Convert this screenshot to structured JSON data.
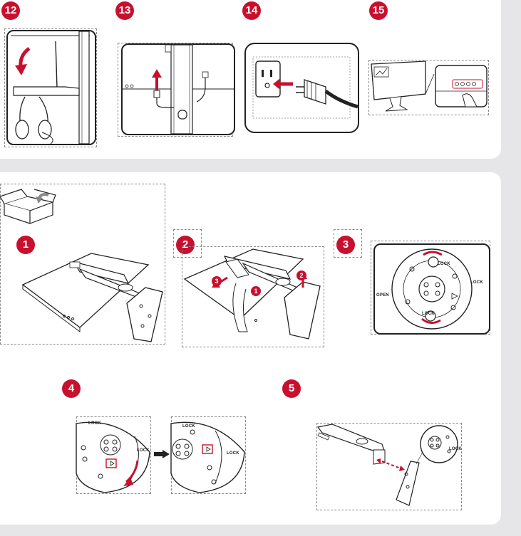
{
  "top_steps": [
    "12",
    "13",
    "14",
    "15"
  ],
  "bottom_steps": [
    "1",
    "2",
    "3",
    "4",
    "5"
  ],
  "inline_markers": [
    "3",
    "2",
    "1"
  ],
  "labels": {
    "open": "OPEN",
    "lock_right": "LOCK",
    "lock_top": "LOCK",
    "lock_bottom": "LOCK",
    "lock_step4_a": "LOCK",
    "lock_step4_b": "LOCK",
    "lock_step4_top_a": "LOCK",
    "lock_step4_top_b": "LOCK",
    "lock_step5": "LOCK"
  },
  "colors": {
    "accent": "#c8102e",
    "background": "#e6e6e8",
    "line": "#222222"
  }
}
